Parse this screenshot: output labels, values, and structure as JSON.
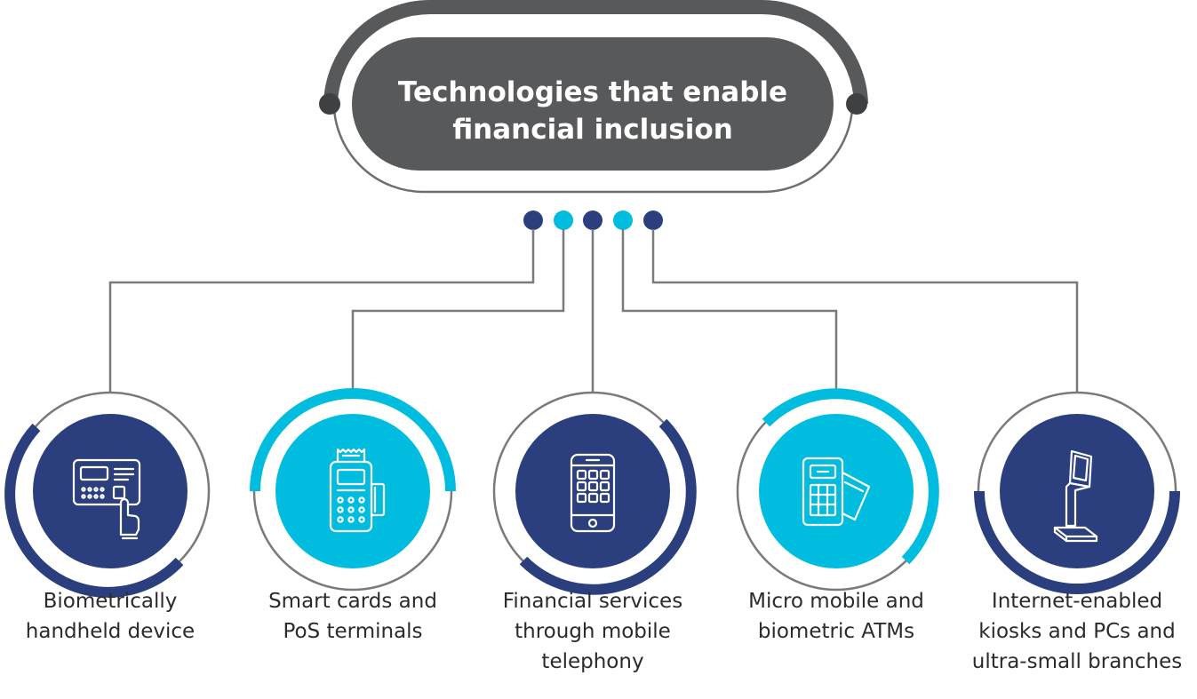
{
  "title": {
    "line1": "Technologies that enable",
    "line2": "financial inclusion"
  },
  "colors": {
    "dark_gray": "#58595b",
    "outline_gray": "#6d6e71",
    "navy": "#2b3f7e",
    "cyan": "#00bde0",
    "connector": "#7a7a7a",
    "white": "#ffffff"
  },
  "items": [
    {
      "label_lines": [
        "Biometrically",
        "handheld device"
      ],
      "icon": "biometric-device-icon",
      "color": "navy"
    },
    {
      "label_lines": [
        "Smart cards and",
        "PoS terminals"
      ],
      "icon": "pos-terminal-icon",
      "color": "cyan"
    },
    {
      "label_lines": [
        "Financial services",
        "through mobile",
        "telephony"
      ],
      "icon": "mobile-phone-icon",
      "color": "navy"
    },
    {
      "label_lines": [
        "Micro mobile and",
        "biometric ATMs"
      ],
      "icon": "card-reader-icon",
      "color": "cyan"
    },
    {
      "label_lines": [
        "Internet-enabled",
        "kiosks and PCs and",
        "ultra-small branches"
      ],
      "icon": "kiosk-icon",
      "color": "navy"
    }
  ]
}
